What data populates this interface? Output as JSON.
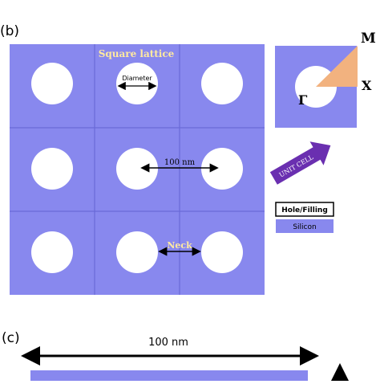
{
  "panel_b": {
    "label": "(b)",
    "title": "Square lattice",
    "diameter_label": "Diameter",
    "spacing_label": "100 nm",
    "neck_label": "Neck"
  },
  "unit_cell": {
    "point_m": "M",
    "point_x": "X",
    "point_gamma": "Γ",
    "arrow_label": "UNIT CELL"
  },
  "legend": {
    "hole_label": "Hole/Filling",
    "silicon_label": "Silicon"
  },
  "panel_c": {
    "label": "(c)",
    "dimension_label": "100 nm"
  },
  "colors": {
    "silicon": "#8888ee",
    "cell_border": "#6a6ad8",
    "brillouin_zone": "#f2b27f",
    "arrow": "#6a2fb0",
    "hole": "#ffffff"
  }
}
